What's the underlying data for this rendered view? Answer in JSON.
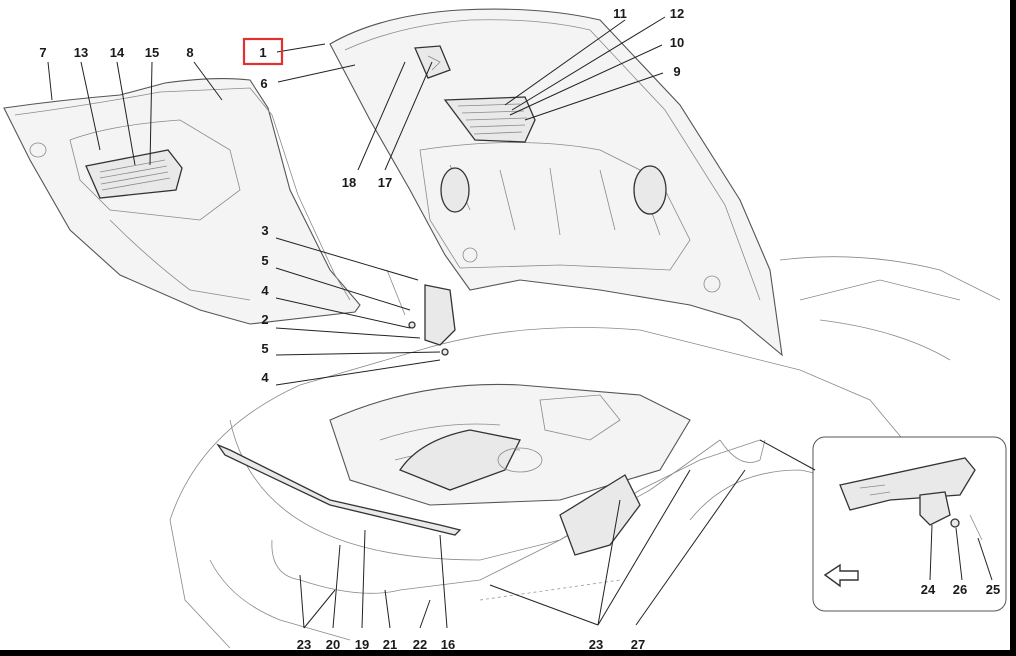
{
  "diagram": {
    "callouts": {
      "c1": "1",
      "c2": "2",
      "c3": "3",
      "c4a": "4",
      "c4b": "4",
      "c5a": "5",
      "c5b": "5",
      "c6": "6",
      "c7": "7",
      "c8": "8",
      "c9": "9",
      "c10": "10",
      "c11": "11",
      "c12": "12",
      "c13": "13",
      "c14": "14",
      "c15": "15",
      "c16": "16",
      "c17": "17",
      "c18": "18",
      "c19": "19",
      "c20": "20",
      "c21": "21",
      "c22": "22",
      "c23a": "23",
      "c23b": "23",
      "c24": "24",
      "c25": "25",
      "c26": "26",
      "c27": "27"
    },
    "highlight_color": "#e03030",
    "inset_arrow_icon": "direction-arrow-icon"
  }
}
